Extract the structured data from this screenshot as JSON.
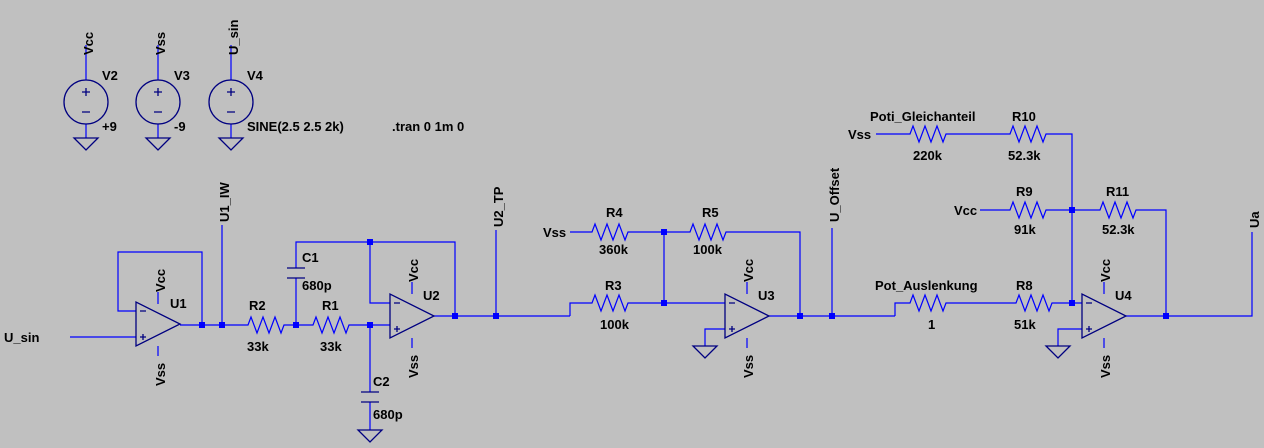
{
  "colors": {
    "background": "#c0c0c0",
    "wire": "#0000ff",
    "symbol": "#000080",
    "text": "#000000"
  },
  "sources": [
    {
      "net": "Vcc",
      "name": "V2",
      "value": "+9"
    },
    {
      "net": "Vss",
      "name": "V3",
      "value": "-9"
    },
    {
      "net": "U_sin",
      "name": "V4",
      "value": "SINE(2.5 2.5 2k)"
    }
  ],
  "directive": ".tran 0 1m 0",
  "nets": {
    "input": "U_sin",
    "iw": "U1_IW",
    "tp": "U2_TP",
    "offset": "U_Offset",
    "output": "Ua",
    "vss": "Vss",
    "vcc": "Vcc"
  },
  "opamps": [
    {
      "name": "U1",
      "top": "Vcc",
      "bottom": "Vss"
    },
    {
      "name": "U2",
      "top": "Vcc",
      "bottom": "Vss"
    },
    {
      "name": "U3",
      "top": "Vcc",
      "bottom": "Vss"
    },
    {
      "name": "U4",
      "top": "Vcc",
      "bottom": "Vss"
    }
  ],
  "resistors": {
    "R1": {
      "name": "R1",
      "value": "33k"
    },
    "R2": {
      "name": "R2",
      "value": "33k"
    },
    "R3": {
      "name": "R3",
      "value": "100k"
    },
    "R4": {
      "name": "R4",
      "value": "360k"
    },
    "R5": {
      "name": "R5",
      "value": "100k"
    },
    "R8": {
      "name": "R8",
      "value": "51k"
    },
    "R9": {
      "name": "R9",
      "value": "91k"
    },
    "R10": {
      "name": "R10",
      "value": "52.3k"
    },
    "R11": {
      "name": "R11",
      "value": "52.3k"
    },
    "POT1": {
      "name": "Poti_Gleichanteil",
      "value": "220k"
    },
    "POT2": {
      "name": "Pot_Auslenkung",
      "value": "1"
    }
  },
  "capacitors": {
    "C1": {
      "name": "C1",
      "value": "680p"
    },
    "C2": {
      "name": "C2",
      "value": "680p"
    }
  }
}
